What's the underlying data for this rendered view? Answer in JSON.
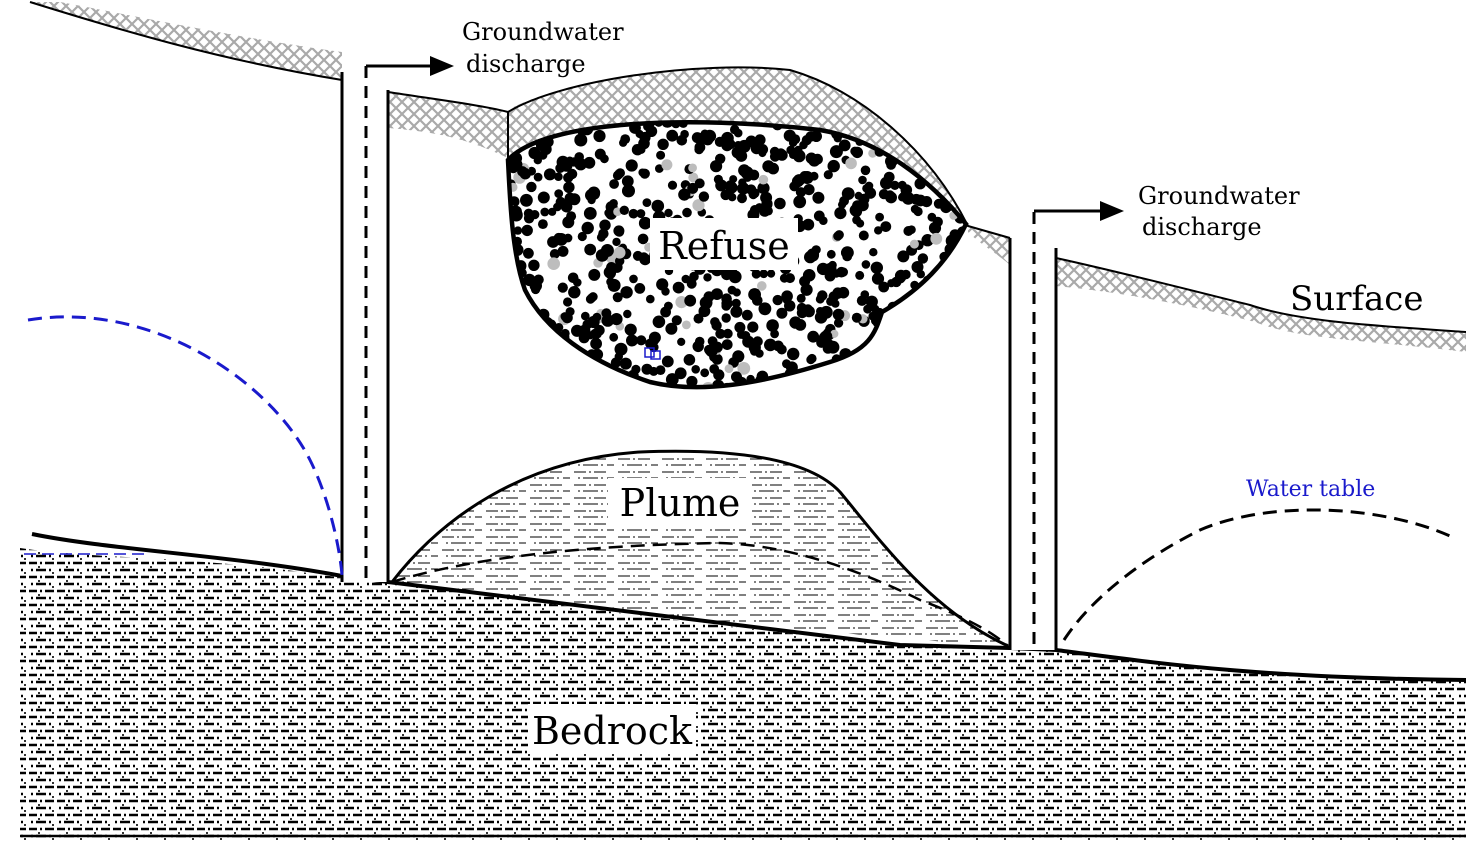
{
  "diagram": {
    "labels": {
      "refuse": "Refuse",
      "plume": "Plume",
      "bedrock": "Bedrock",
      "surface": "Surface",
      "water_table": "Water table",
      "discharge_left_line1": "Groundwater",
      "discharge_left_line2": "discharge",
      "discharge_right_line1": "Groundwater",
      "discharge_right_line2": "discharge"
    },
    "colors": {
      "ink": "#000000",
      "water_table": "#1a1acc",
      "surface_hatch": "#a9a9a9",
      "background": "#ffffff"
    }
  }
}
